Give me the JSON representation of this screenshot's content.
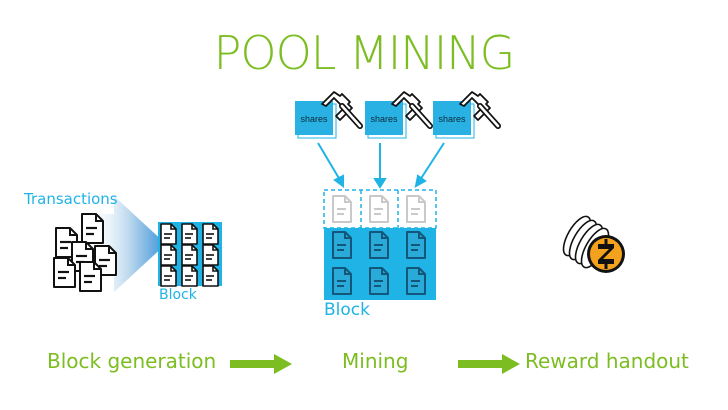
{
  "title": "POOL MINING",
  "transactions_label": "Transactions",
  "small_block_label": "Block",
  "big_block_label": "Block",
  "shares": [
    {
      "label": "shares"
    },
    {
      "label": "shares"
    },
    {
      "label": "shares"
    }
  ],
  "stages": {
    "block_generation": "Block generation",
    "mining": "Mining",
    "reward_handout": "Reward handout"
  },
  "colors": {
    "green": "#7cbd22",
    "blue": "#1fb3e6",
    "coin": "#f4a21d",
    "block_fill": "#1fb3e6"
  },
  "icons": [
    "document-icon",
    "hammer-icon",
    "zcash-coin-icon",
    "arrow-icon"
  ]
}
